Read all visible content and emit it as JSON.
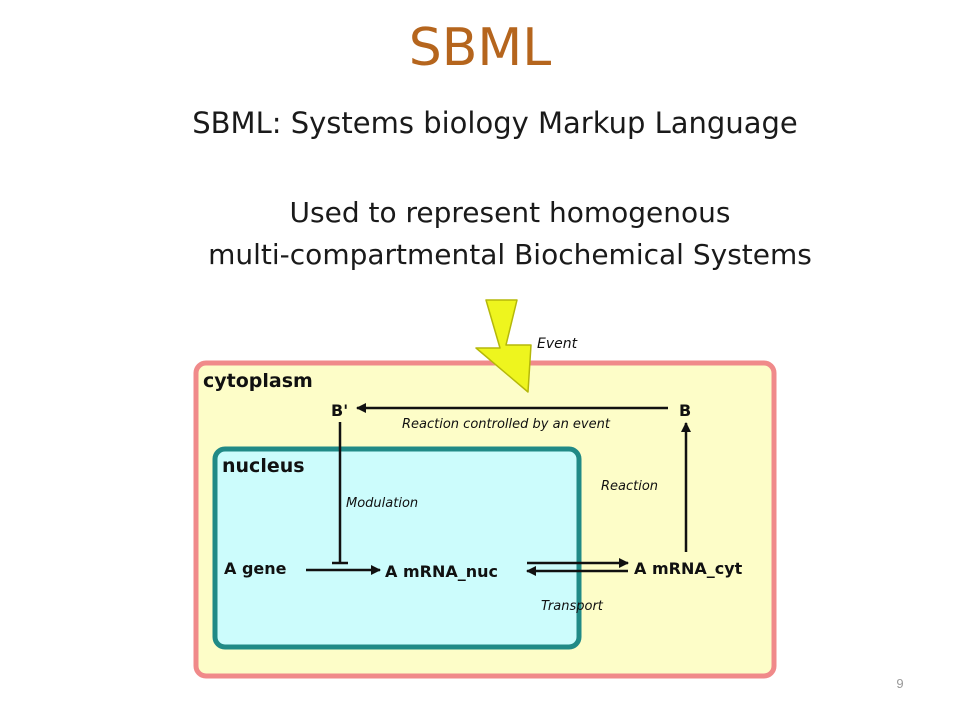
{
  "slide": {
    "title": "SBML",
    "subtitle": "SBML: Systems biology Markup Language",
    "description_line1": "Used to represent homogenous",
    "description_line2": "multi-compartmental Biochemical Systems",
    "page_number": "9"
  },
  "diagram": {
    "event_label": "Event",
    "cytoplasm_label": "cytoplasm",
    "nucleus_label": "nucleus",
    "species": {
      "b_prime": "B'",
      "b": "B",
      "a_gene": "A gene",
      "a_mrna_nuc": "A mRNA_nuc",
      "a_mrna_cyt": "A mRNA_cyt"
    },
    "edges": {
      "reaction_event": "Reaction controlled by an event",
      "modulation": "Modulation",
      "reaction": "Reaction",
      "transport": "Transport"
    },
    "colors": {
      "cytoplasm_fill": "#fdfdc8",
      "cytoplasm_border": "#f08a8a",
      "nucleus_fill": "#ccfcfc",
      "nucleus_border": "#208a86",
      "bolt_fill": "#eef51e",
      "bolt_stroke": "#b5b80a"
    }
  }
}
